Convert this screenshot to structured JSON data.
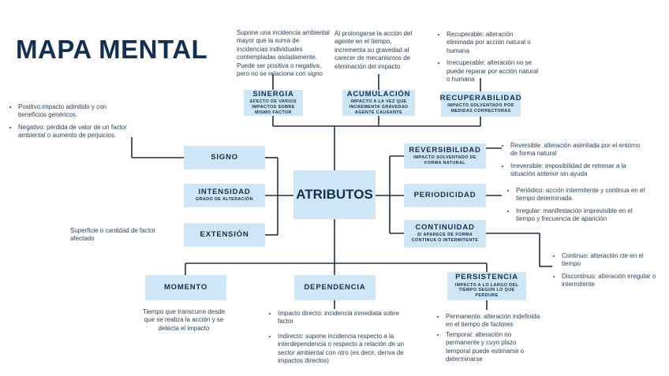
{
  "title": "MAPA MENTAL",
  "center": "ATRIBUTOS",
  "nodes": {
    "sinergia": {
      "title": "SINERGIA",
      "sub": "EFECTO DE VARIOS IMPACTOS SOBRE MISMO FACTOR"
    },
    "acumulacion": {
      "title": "ACUMULACIÓN",
      "sub": "IMPACTO A LA VEZ QUE INCREMENTA GRAVEDAD AGENTE CAUSANTE"
    },
    "recuperabilidad": {
      "title": "RECUPERABILIDAD",
      "sub": "IMPACTO SOLVENTADO POR MEDIDAS CORRECTORAS"
    },
    "signo": {
      "title": "SIGNO"
    },
    "intensidad": {
      "title": "INTENSIDAD",
      "sub": "GRADO DE ALTERACIÓN"
    },
    "extension": {
      "title": "EXTENSIÓN"
    },
    "reversibilidad": {
      "title": "REVERSIBILIDAD",
      "sub": "IMPACTO SOLVENTADO DE FORMA NATURAL"
    },
    "periodicidad": {
      "title": "PERIODICIDAD"
    },
    "continuidad": {
      "title": "CONTINUIDAD",
      "sub": "SI APARECE DE FORMA CONTINUA O INTERMITENTE"
    },
    "momento": {
      "title": "MOMENTO"
    },
    "dependencia": {
      "title": "DEPENDENCIA"
    },
    "persistencia": {
      "title": "PERSISTENCIA",
      "sub": "IMPACTO A LO LARGO DEL TIEMPO SEGÚN LO QUE PERDURE"
    }
  },
  "notes": {
    "sinergia": "Supone una incidencia ambiental mayor que la suma de incidencias individuales contempladas aisladamente. Puede ser positiva o negativa, pero no se relaciona con signo",
    "acumulacion": "Al prolongarse la acción del agente en el tiempo, incrementa su gravedad al carecer de mecanismos de eliminación del impacto",
    "recuperabilidad": [
      "Recuperable: alteración eliminada por acción natural o humana",
      "Irrecuperable: alteración no se puede reparar por acción natural o humana"
    ],
    "signo": [
      "Positivo:impacto admitido y con beneficios genéricos.",
      "Negativo: pérdida de valor de un factor ambiental o aumento de perjuicios."
    ],
    "extension": "Superficie o cantidad de factor afectado",
    "reversibilidad": [
      "Reversible: alteración asimilada por el entorno de forma natural",
      "Irreversible: imposibilidad de retornar a la situación anterior sin ayuda"
    ],
    "periodicidad": [
      "Periódico: acción intermitente y continua en el tiempo determinada",
      "Irregular: manifestación imprevisible en el tiempo y frecuencia de aparición"
    ],
    "continuidad": [
      "Continuo: alteración  cte en el tiempo",
      "Discontinuo: alteración irregular o intermitente"
    ],
    "momento": "Tiempo que transcurre desde que se realiza la acción  y se detecta el impacto",
    "dependencia": [
      "Impacto directo: incidencia inmediata sobre factor",
      "Indirecto: supone incidencia respecto a la interdependencia o respecto a relación de un sector ambiental con otro (es decir, deriva de impactos directos)"
    ],
    "persistencia": [
      "Permanente: alteración indefinida en el tiempo de factores",
      "Temporal: alteración no permanente y cuyo plazo temporal puede estimarse o determinarse"
    ]
  },
  "colors": {
    "box": "#cfe6f7",
    "line": "#1f2f3f",
    "title": "#13304f"
  }
}
